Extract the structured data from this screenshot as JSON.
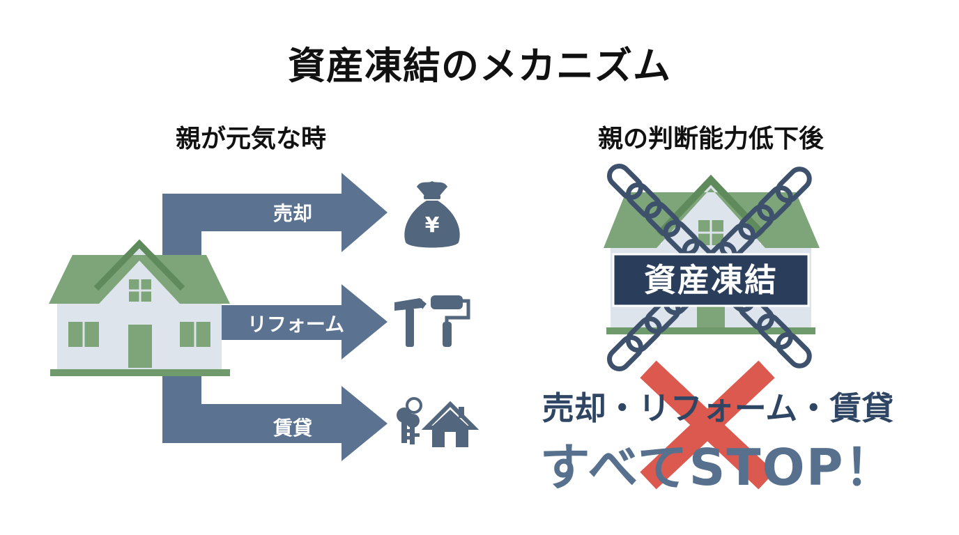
{
  "title": "資産凍結のメカニズム",
  "left_panel": {
    "heading": "親が元気な時",
    "arrows": [
      {
        "label": "売却",
        "target_icon": "yen-money-bag-icon"
      },
      {
        "label": "リフォーム",
        "target_icon": "hammer-and-paint-roller-icon"
      },
      {
        "label": "賃貸",
        "target_icon": "keys-and-house-icon"
      }
    ],
    "money_bag_symbol": "¥"
  },
  "right_panel": {
    "heading": "親の判断能力低下後",
    "frozen_label": "資産凍結",
    "stop_line1": "売却・リフォーム・賃貸",
    "stop_line2": "すべてSTOP！"
  },
  "colors": {
    "arrow": "#5b7391",
    "roof": "#7ea47a",
    "wall": "#dde4ec",
    "dark_navy": "#2a3e5c",
    "cross_red": "#d94b40"
  }
}
